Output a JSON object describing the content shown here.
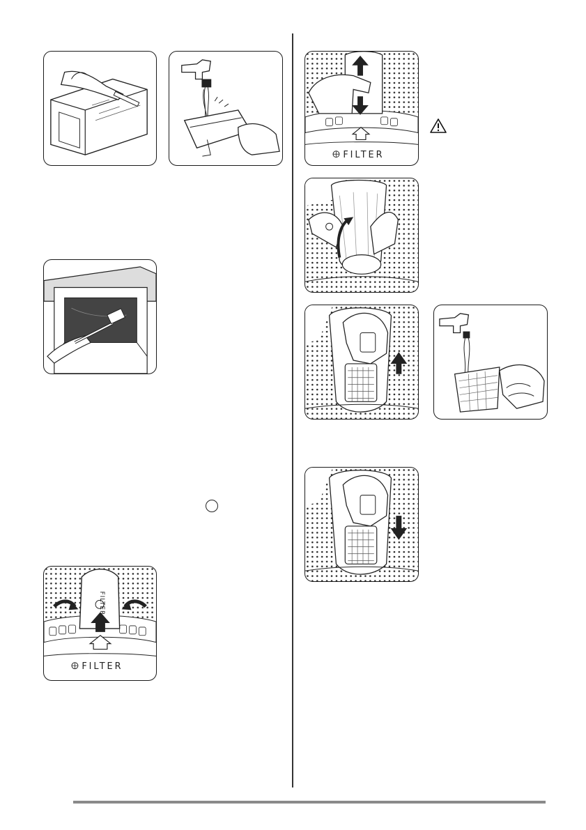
{
  "labels": {
    "filter_panel": "FILTER",
    "filter_cap": "FILTER"
  },
  "illustrations": [
    "detergent-drawer-brushing",
    "detergent-drawer-rinsing-under-tap",
    "drawer-recess-brushing",
    "filter-cap-turning",
    "filter-pulling-out",
    "filter-pump-hatch-opening",
    "filter-basket-removal",
    "filter-basket-rinsing-under-tap",
    "filter-basket-reinserting"
  ],
  "colors": {
    "ink": "#1a1a1a",
    "rule": "#8a8a8a"
  }
}
